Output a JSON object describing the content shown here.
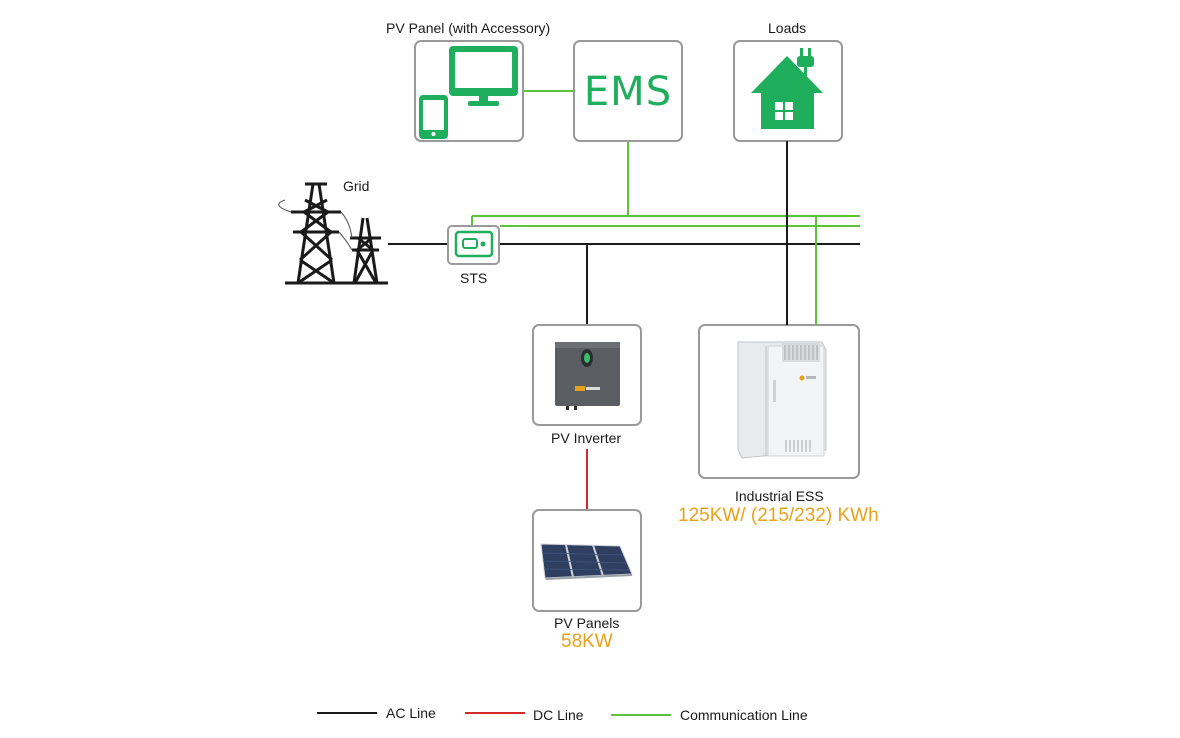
{
  "nodes": {
    "pv_panel_accessory": {
      "label": "PV Panel (with Accessory)"
    },
    "ems": {
      "label": "EMS"
    },
    "loads": {
      "label": "Loads"
    },
    "grid": {
      "label": "Grid"
    },
    "sts": {
      "label": "STS"
    },
    "pv_inverter": {
      "label": "PV Inverter"
    },
    "industrial_ess": {
      "label": "Industrial ESS",
      "spec": "125KW/ (215/232) KWh"
    },
    "pv_panels": {
      "label": "PV Panels",
      "spec": "58KW"
    }
  },
  "edges": [
    {
      "from": "PV Panel (with Accessory)",
      "to": "EMS",
      "type": "Communication Line"
    },
    {
      "from": "EMS",
      "to": "STS",
      "type": "Communication Line"
    },
    {
      "from": "EMS",
      "to": "Industrial ESS",
      "type": "Communication Line"
    },
    {
      "from": "Grid",
      "to": "STS",
      "type": "AC Line"
    },
    {
      "from": "STS",
      "to": "PV Inverter",
      "type": "AC Line"
    },
    {
      "from": "STS",
      "to": "Loads",
      "type": "AC Line"
    },
    {
      "from": "STS",
      "to": "Industrial ESS",
      "type": "AC Line"
    },
    {
      "from": "PV Inverter",
      "to": "PV Panels",
      "type": "DC Line"
    }
  ],
  "legend": [
    {
      "label": "AC Line",
      "color": "#1a1a1a"
    },
    {
      "label": "DC Line",
      "color": "#d42a2a"
    },
    {
      "label": "Communication Line",
      "color": "#5cc23a"
    }
  ],
  "colors": {
    "icon_green": "#1fae5c",
    "spec_orange": "#e8a21a",
    "box_border": "#9a9a9a"
  }
}
